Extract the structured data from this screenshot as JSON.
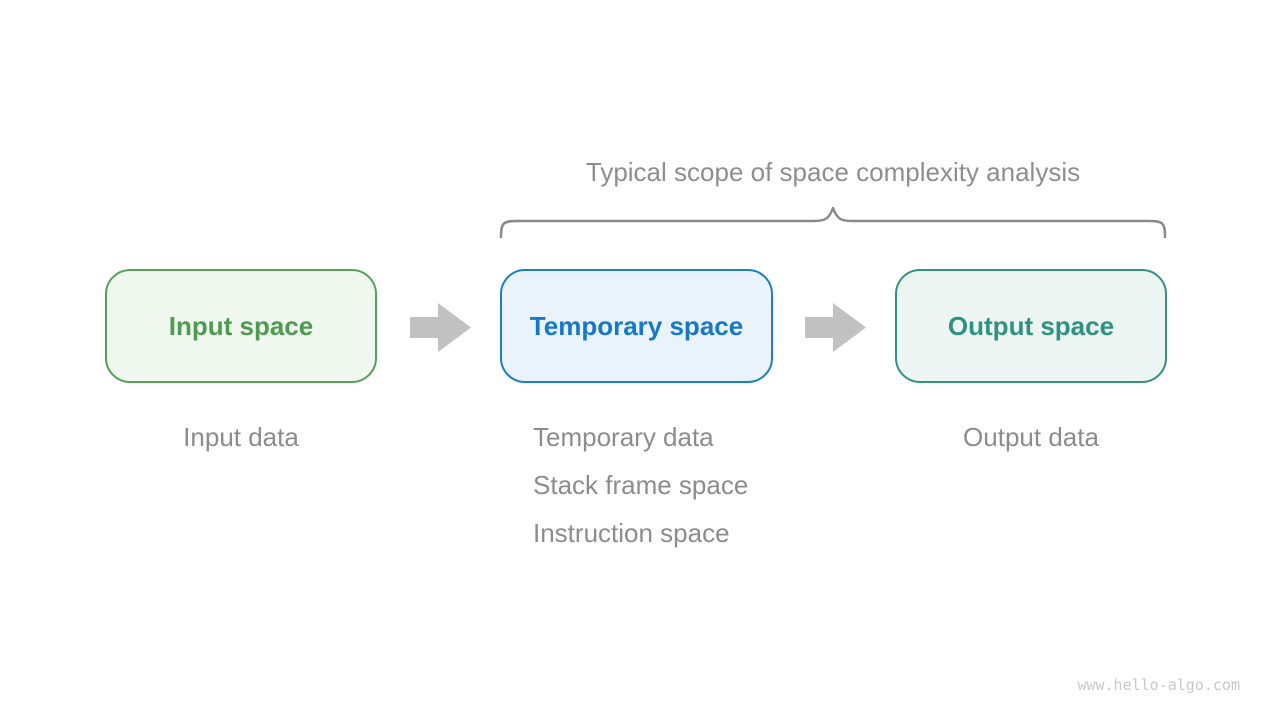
{
  "title": {
    "text": "Typical scope of space complexity analysis",
    "color": "#8e8e8e"
  },
  "boxes": [
    {
      "id": "input",
      "label": "Input space",
      "border": "#55a05a",
      "bg": "#f0f7ef",
      "text_color": "#4e9a51"
    },
    {
      "id": "temporary",
      "label": "Temporary space",
      "border": "#1b7ec6",
      "bg": "#eaf3fb",
      "text_color": "#1778c9"
    },
    {
      "id": "output",
      "label": "Output space",
      "border": "#34907f",
      "bg": "#ecf5f2",
      "text_color": "#2f9180"
    }
  ],
  "captions": {
    "input": "Input data",
    "temporary": [
      "Temporary data",
      "Stack frame space",
      "Instruction space"
    ],
    "output": "Output data"
  },
  "colors": {
    "arrow": "#c1c1c1",
    "brace": "#8a8a8a",
    "caption_text": "#8c8c8c"
  },
  "watermark": "www.hello-algo.com"
}
